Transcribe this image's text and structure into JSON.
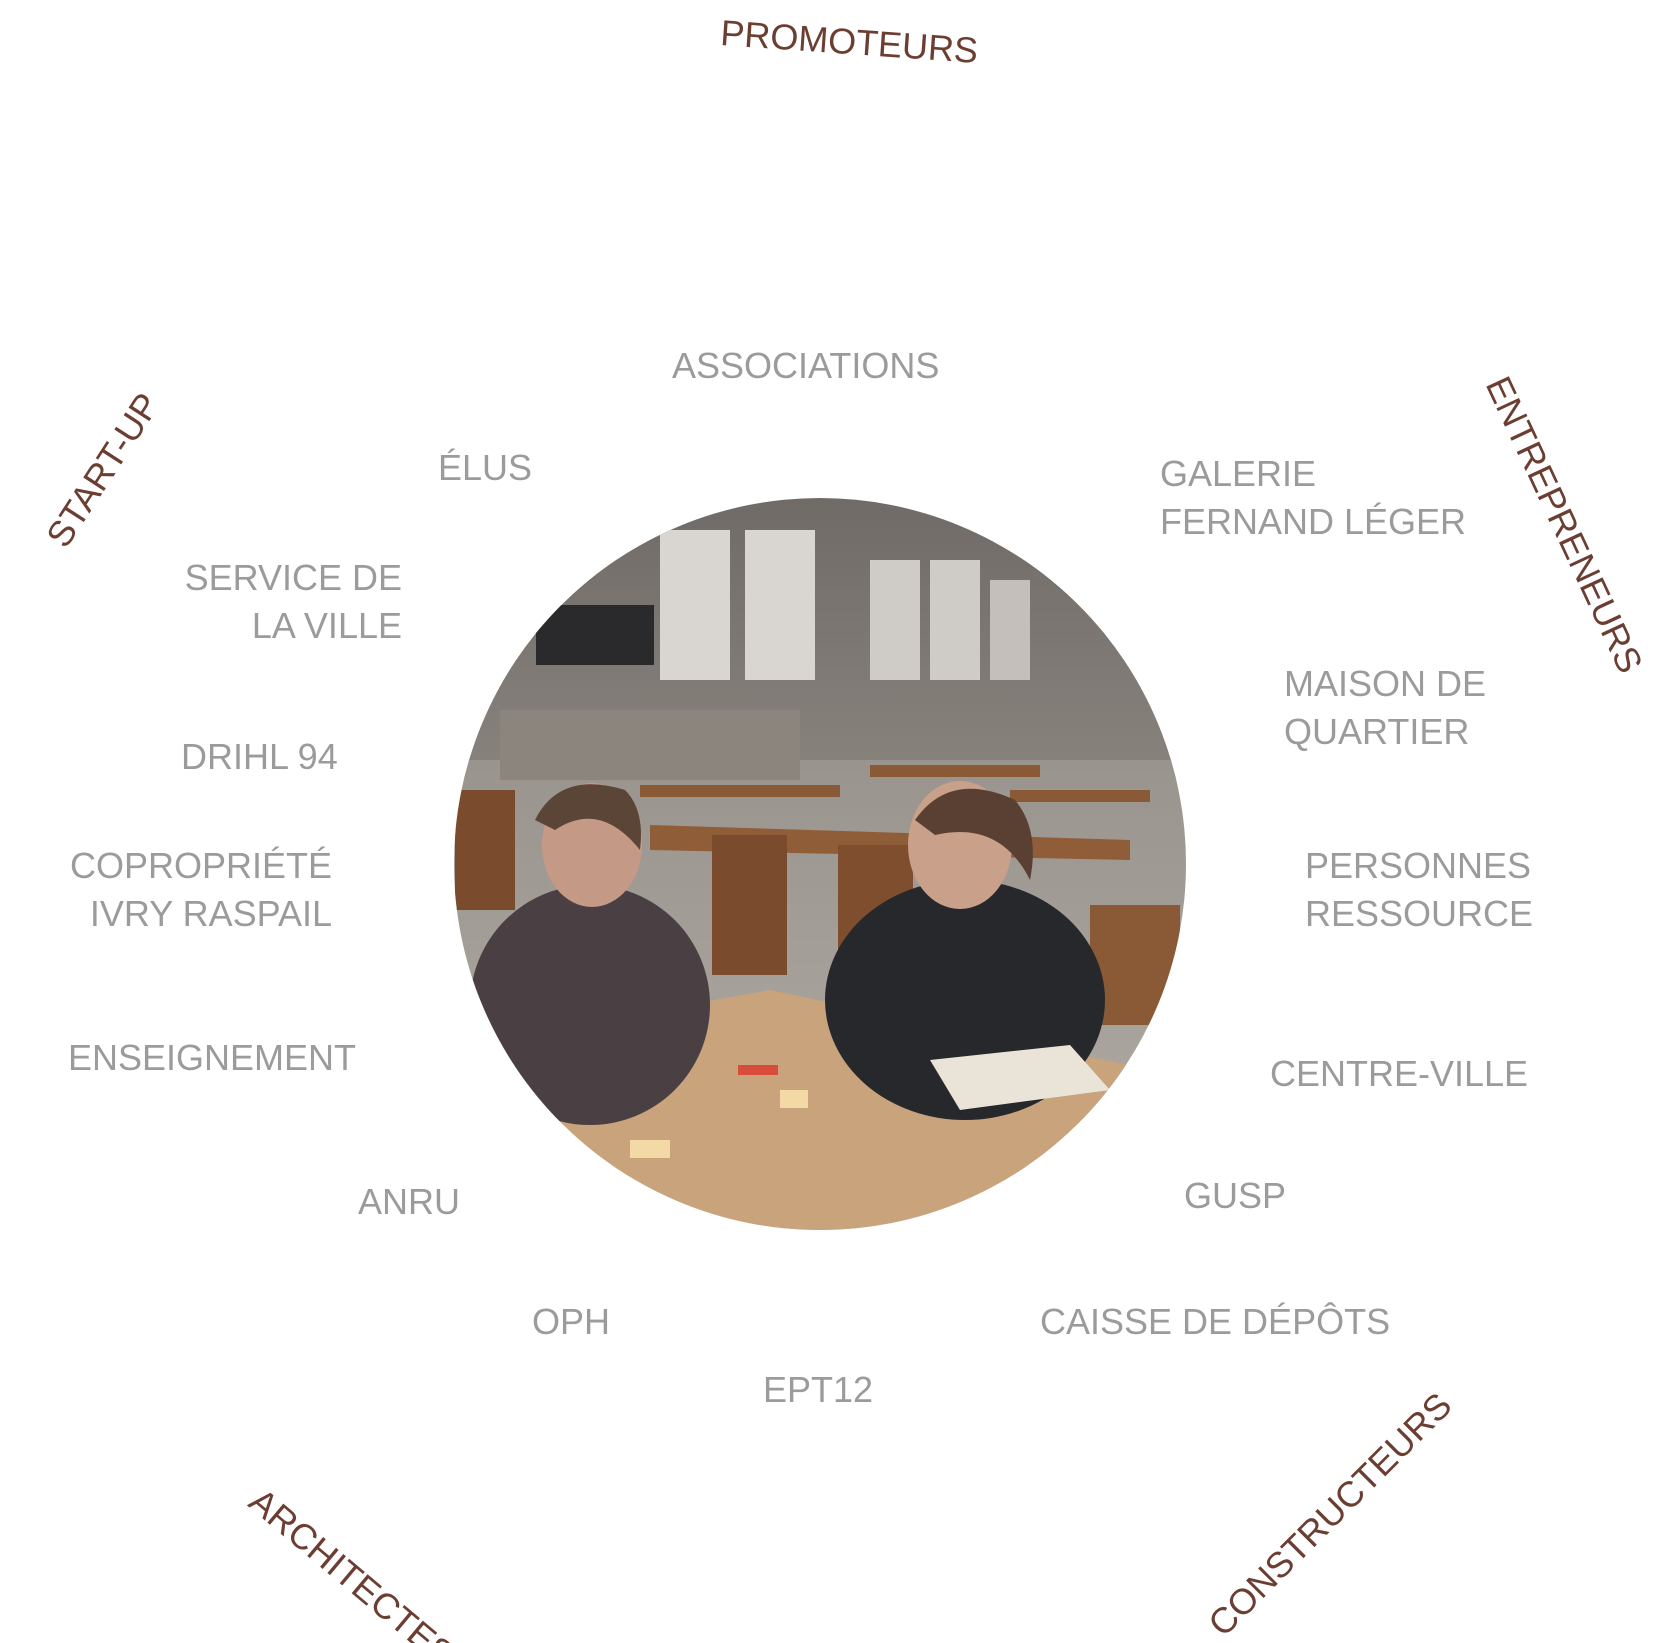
{
  "outer_ring": {
    "promoteurs": "PROMOTEURS",
    "entrepreneurs": "ENTREPRENEURS",
    "constructeurs": "CONSTRUCTEURS",
    "architectes": "ARCHITECTES",
    "startup": "START-UP"
  },
  "inner_ring": {
    "associations": "ASSOCIATIONS",
    "elus": "ÉLUS",
    "galerie_1": "GALERIE",
    "galerie_2": "FERNAND LÉGER",
    "service_1": "SERVICE DE",
    "service_2": "LA VILLE",
    "maison_1": "MAISON DE",
    "maison_2": "QUARTIER",
    "drihl": "DRIHL 94",
    "copro_1": "COPROPRIÉTÉ",
    "copro_2": "IVRY RASPAIL",
    "personnes_1": "PERSONNES",
    "personnes_2": "RESSOURCE",
    "enseignement": "ENSEIGNEMENT",
    "centre_ville": "CENTRE-VILLE",
    "anru": "ANRU",
    "gusp": "GUSP",
    "oph": "OPH",
    "caisse": "CAISSE DE DÉPÔTS",
    "ept": "EPT12"
  },
  "colors": {
    "outer_text": "#6b3e31",
    "inner_text": "#9b9b9b"
  }
}
